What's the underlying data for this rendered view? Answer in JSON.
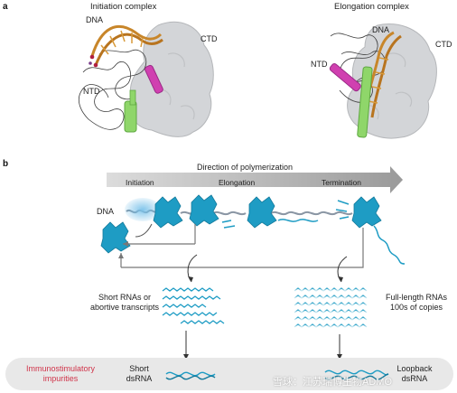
{
  "panel_a": {
    "letter": "a",
    "left": {
      "title": "Initiation complex",
      "labels": {
        "dna": "DNA",
        "ctd": "CTD",
        "ntd": "NTD"
      }
    },
    "right": {
      "title": "Elongation complex",
      "labels": {
        "dna": "DNA",
        "ctd": "CTD",
        "ntd": "NTD"
      }
    }
  },
  "panel_b": {
    "letter": "b",
    "direction": "Direction of polymerization",
    "stages": [
      "Initiation",
      "Elongation",
      "Termination"
    ],
    "dna_label": "DNA",
    "short_rna_label": [
      "Short RNAs or",
      "abortive transcripts"
    ],
    "full_rna_label": [
      "Full-length RNAs",
      "100s of copies"
    ],
    "bottom": {
      "impurities": [
        "Immunostimulatory",
        "impurities"
      ],
      "short_dsrna": [
        "Short",
        "dsRNA"
      ],
      "loopback": [
        "Loopback",
        "dsRNA"
      ]
    }
  },
  "watermark": "雪球：江苏瑞博生物ADMO",
  "colors": {
    "polymerase": "#1e9cc4",
    "dna": "#c8862a",
    "magenta": "#d040b0",
    "green": "#8fd66a",
    "protein_surface": "#d3d5d8",
    "impurities_text": "#d0344a",
    "arrow_bar": "#9c9c9c"
  }
}
